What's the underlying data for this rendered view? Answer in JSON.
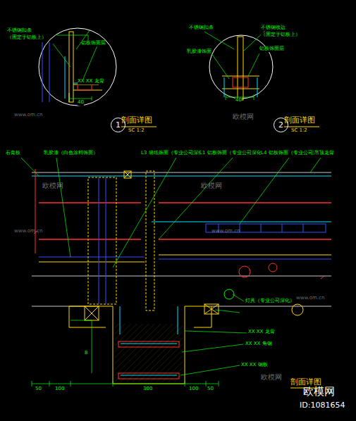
{
  "diagram": {
    "nodes": [
      {
        "text": [
          "1"
        ]
      },
      {
        "text": [
          "2"
        ]
      }
    ],
    "labels": [
      "不锈钢扣条",
      "（固定于铝板上）",
      "铝板饰面层",
      "XX XX 龙骨",
      "40",
      "不锈钢扣条",
      "不锈钢收边",
      "（固定于铝板上）",
      "乳胶漆饰面",
      "铝板饰面层",
      "40",
      "剖面详图",
      "SC  1:2",
      "剖面详图",
      "SC  1:2",
      "石膏板",
      "乳胶漆（白色涂料饰面）",
      "L3 墙纸饰面（专业公司深化）",
      "L1 铝板饰面（专业公司深化）",
      "L4 铝板饰面（专业公司深化）",
      "吊顶龙骨",
      "灯具（专业公司深化）",
      "XX XX 龙骨",
      "XX XX 角钢",
      "XX XX 钢板",
      "8",
      "50",
      "100",
      "300",
      "100",
      "50",
      "剖面详图",
      "欧模网",
      "www.om.cn",
      "欧模网",
      "www.om.cn",
      "欧模网",
      "www.om.cn",
      "欧模网",
      "www.om.cn",
      "欧模网",
      "ID:1081654"
    ]
  }
}
